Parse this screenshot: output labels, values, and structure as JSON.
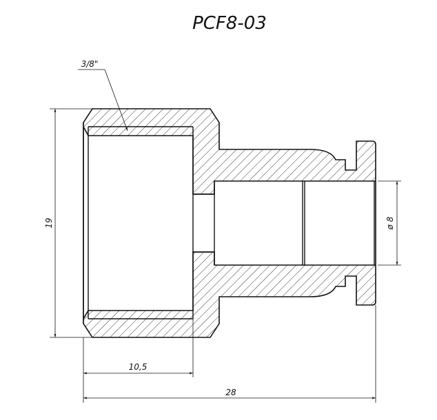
{
  "title": "PCF8-03",
  "dimensions": {
    "thread": "3/8\"",
    "height": "19",
    "thread_depth": "10,5",
    "overall_length": "28",
    "tube_diameter": "ø 8"
  },
  "colors": {
    "line": "#111111",
    "background": "#ffffff"
  }
}
